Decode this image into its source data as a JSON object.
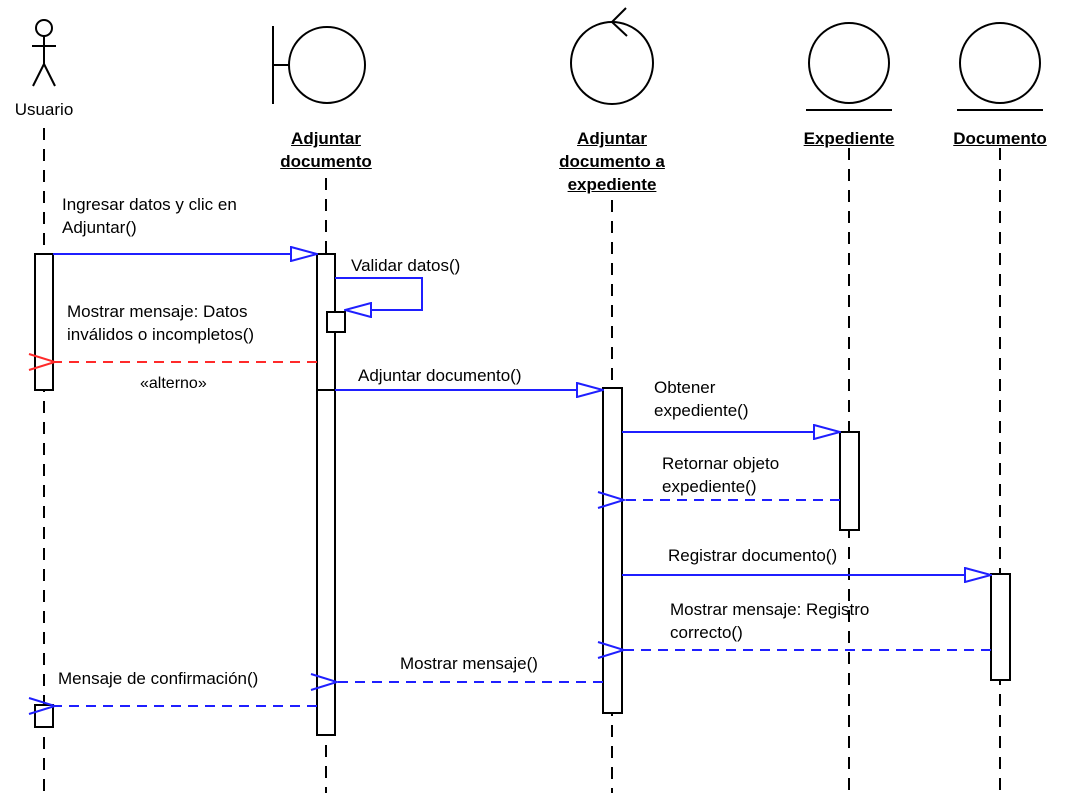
{
  "colors": {
    "sync_message": "#1f1fff",
    "reply_message": "#1f1fff",
    "alternate_reply": "#ff2a2a",
    "lifeline": "#000000",
    "background": "#ffffff"
  },
  "participants": [
    {
      "id": "usuario",
      "kind": "actor",
      "icon": "actor-stick-figure-icon",
      "name": "Usuario"
    },
    {
      "id": "adjuntar_documento",
      "kind": "boundary",
      "icon": "boundary-object-icon",
      "name": "Adjuntar\ndocumento"
    },
    {
      "id": "adjuntar_documento_a_expediente",
      "kind": "control",
      "icon": "control-object-icon",
      "name": "Adjuntar\ndocumento a\nexpediente"
    },
    {
      "id": "expediente",
      "kind": "entity",
      "icon": "entity-object-icon",
      "name": "Expediente"
    },
    {
      "id": "documento",
      "kind": "entity",
      "icon": "entity-object-icon",
      "name": "Documento"
    }
  ],
  "messages": [
    {
      "from": "usuario",
      "to": "adjuntar_documento",
      "type": "sync",
      "label": "Ingresar datos y clic en\nAdjuntar()"
    },
    {
      "from": "adjuntar_documento",
      "to": "adjuntar_documento",
      "type": "self",
      "label": "Validar datos()"
    },
    {
      "from": "adjuntar_documento",
      "to": "usuario",
      "type": "reply-alternate",
      "label": "Mostrar mensaje: Datos\ninválidos o incompletos()",
      "guard": "«alterno»"
    },
    {
      "from": "adjuntar_documento",
      "to": "adjuntar_documento_a_expediente",
      "type": "sync",
      "label": "Adjuntar documento()"
    },
    {
      "from": "adjuntar_documento_a_expediente",
      "to": "expediente",
      "type": "sync",
      "label": "Obtener\nexpediente()"
    },
    {
      "from": "expediente",
      "to": "adjuntar_documento_a_expediente",
      "type": "reply",
      "label": "Retornar objeto\nexpediente()"
    },
    {
      "from": "adjuntar_documento_a_expediente",
      "to": "documento",
      "type": "sync",
      "label": "Registrar documento()"
    },
    {
      "from": "documento",
      "to": "adjuntar_documento_a_expediente",
      "type": "reply",
      "label": "Mostrar mensaje: Registro\ncorrecto()"
    },
    {
      "from": "adjuntar_documento_a_expediente",
      "to": "adjuntar_documento",
      "type": "reply",
      "label": "Mostrar mensaje()"
    },
    {
      "from": "adjuntar_documento",
      "to": "usuario",
      "type": "reply",
      "label": "Mensaje de confirmación()"
    }
  ]
}
